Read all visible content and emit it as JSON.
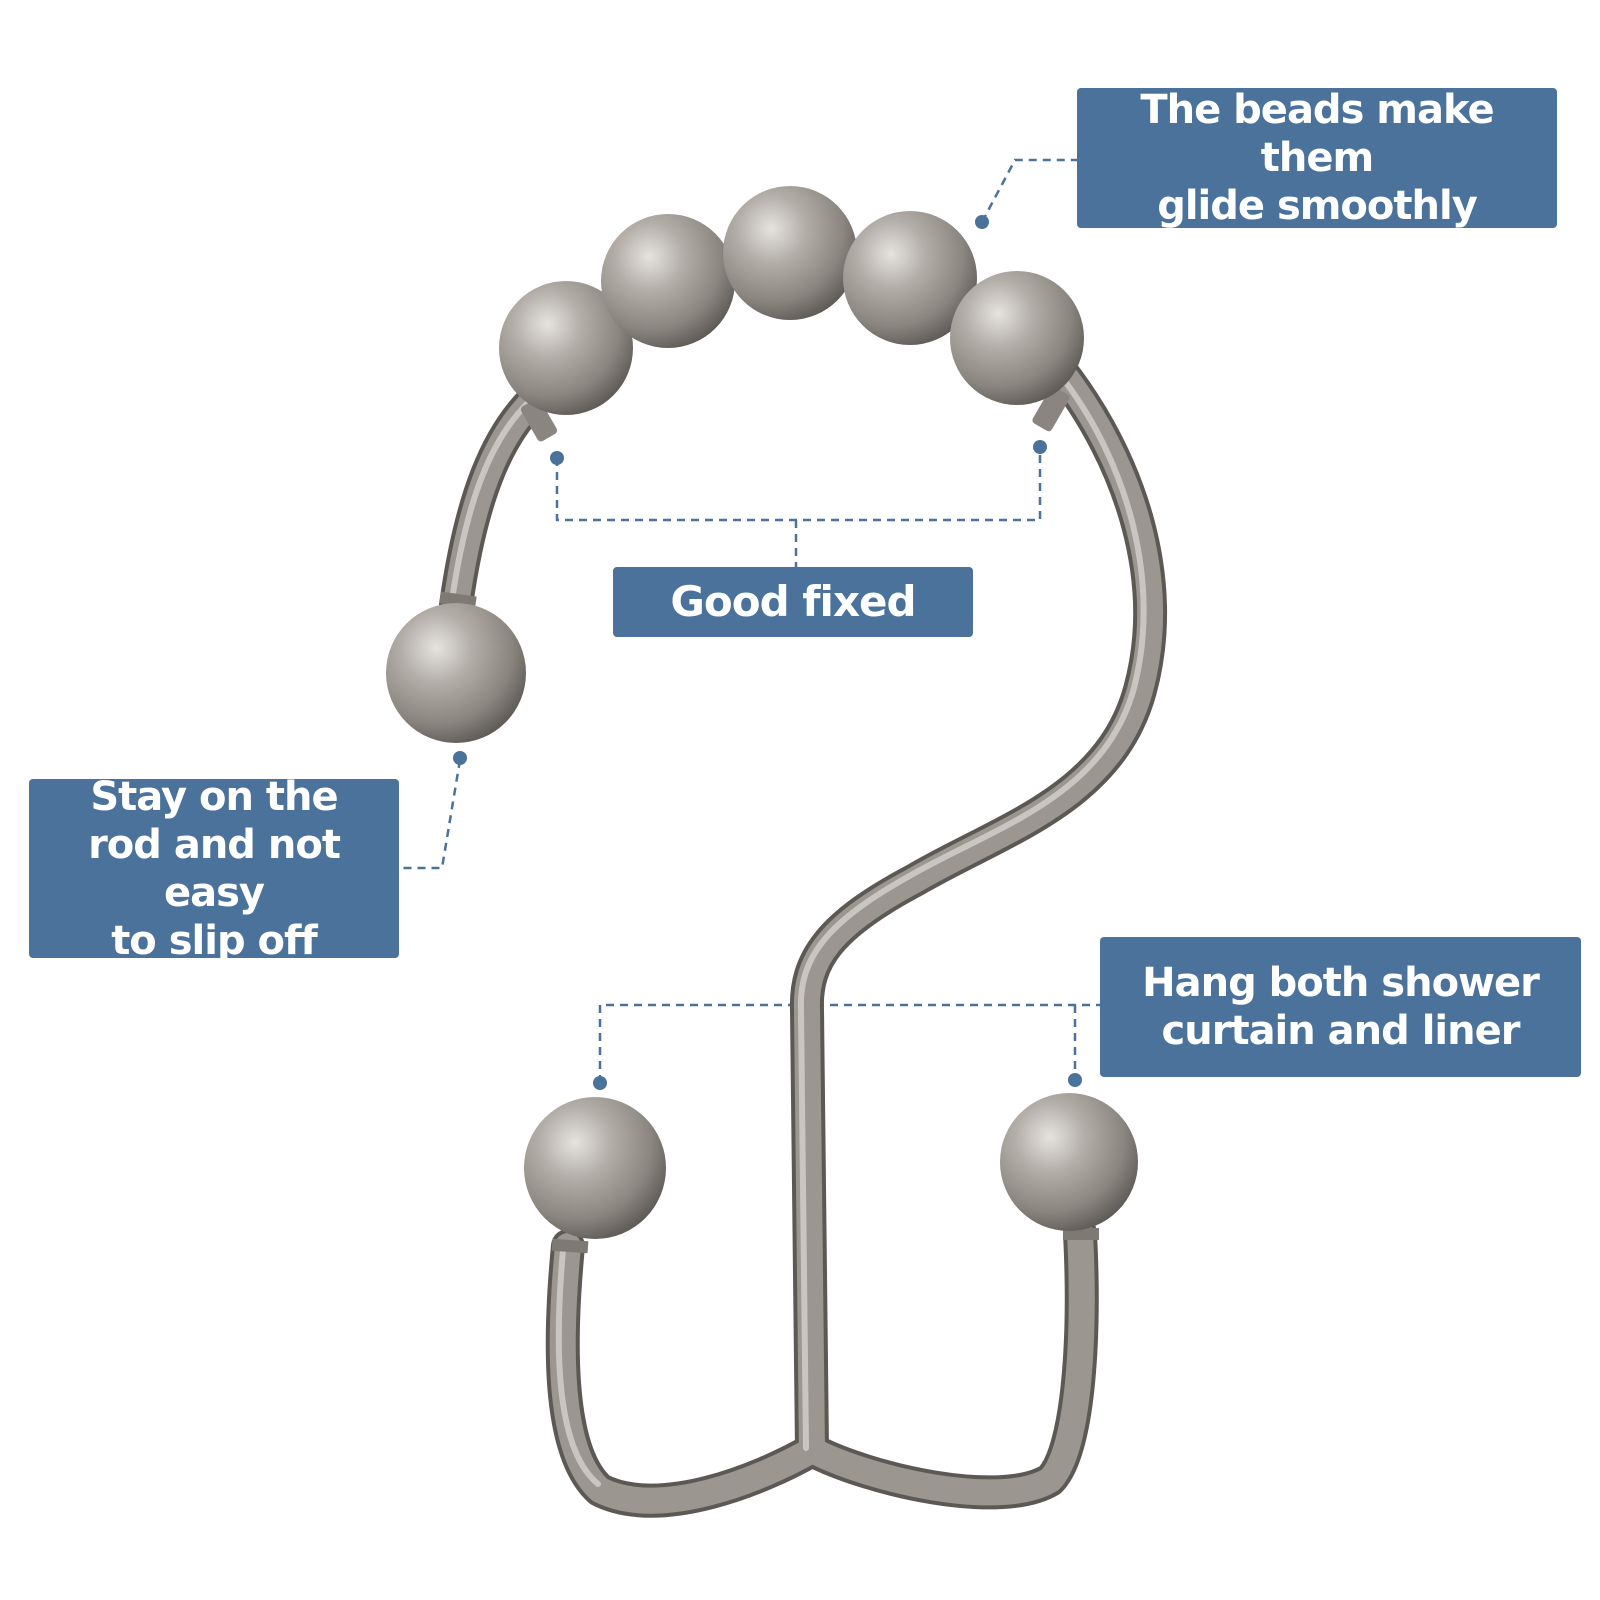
{
  "colors": {
    "callout_background": "#4a729b",
    "callout_text": "#ffffff",
    "leader_line": "#4a729b",
    "metal": "#8d8882",
    "background": "#ffffff"
  },
  "product": {
    "subject": "shower-curtain-hook"
  },
  "callouts": {
    "beads": {
      "line1": "The beads make them",
      "line2": "glide smoothly"
    },
    "fixed": {
      "line1": "Good fixed"
    },
    "rod": {
      "line1": "Stay on the",
      "line2": "rod and not easy",
      "line3": "to slip off"
    },
    "hang": {
      "line1": "Hang both shower",
      "line2": "curtain and liner"
    }
  }
}
